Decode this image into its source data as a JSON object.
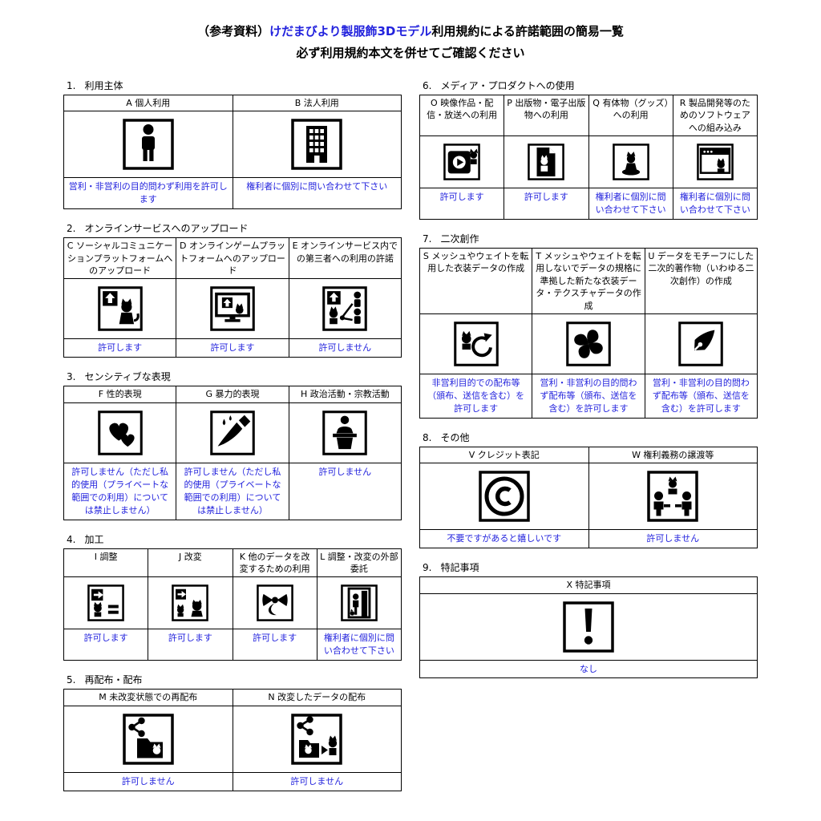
{
  "title": {
    "prefix": "（参考資料）",
    "highlight": "けだまびより製服飾3Dモデル",
    "suffix": "利用規約による許諾範囲の簡易一覧",
    "subtitle": "必ず利用規約本文を併せてご確認ください"
  },
  "colors": {
    "accent": "#2222dd",
    "ink": "#000000"
  },
  "columns": {
    "left": [
      {
        "number": "1.",
        "heading": "利用主体",
        "items": [
          {
            "header": "A 個人利用",
            "icon": "person",
            "permission": "営利・非営利の目的問わず利用を許可します"
          },
          {
            "header": "B 法人利用",
            "icon": "building",
            "permission": "権利者に個別に問い合わせて下さい"
          }
        ]
      },
      {
        "number": "2.",
        "heading": "オンラインサービスへのアップロード",
        "items": [
          {
            "header": "C ソーシャルコミュニケーションプラットフォームへのアップロード",
            "icon": "upload-cat",
            "permission": "許可します"
          },
          {
            "header": "D オンラインゲームプラットフォームへのアップロード",
            "icon": "upload-monitor",
            "permission": "許可します"
          },
          {
            "header": "E オンラインサービス内での第三者への利用の許諾",
            "icon": "upload-share",
            "permission": "許可しません"
          }
        ]
      },
      {
        "number": "3.",
        "heading": "センシティブな表現",
        "items": [
          {
            "header": "F 性的表現",
            "icon": "hearts",
            "permission": "許可しません（ただし私的使用（プライベートな範囲での利用）については禁止しません）"
          },
          {
            "header": "G 暴力的表現",
            "icon": "knife",
            "permission": "許可しません（ただし私的使用（プライベートな範囲での利用）については禁止しません）"
          },
          {
            "header": "H 政治活動・宗教活動",
            "icon": "podium",
            "permission": "許可しません"
          }
        ]
      },
      {
        "number": "4.",
        "heading": "加工",
        "items": [
          {
            "header": "I 調整",
            "icon": "adjust",
            "permission": "許可します"
          },
          {
            "header": "J 改変",
            "icon": "modify",
            "permission": "許可します"
          },
          {
            "header": "K 他のデータを改変するための利用",
            "icon": "ribbon",
            "permission": "許可します"
          },
          {
            "header": "L 調整・改変の外部委託",
            "icon": "outsource-door",
            "permission": "権利者に個別に問い合わせて下さい"
          }
        ]
      },
      {
        "number": "5.",
        "heading": "再配布・配布",
        "items": [
          {
            "header": "M 未改変状態での再配布",
            "icon": "redistribute",
            "permission": "許可しません"
          },
          {
            "header": "N 改変したデータの配布",
            "icon": "distribute-modified",
            "permission": "許可しません"
          }
        ]
      }
    ],
    "right": [
      {
        "number": "6.",
        "heading": "メディア・プロダクトへの使用",
        "items": [
          {
            "header": "O 映像作品・配信・放送への利用",
            "icon": "video",
            "permission": "許可します"
          },
          {
            "header": "P 出版物・電子出版物への利用",
            "icon": "publication",
            "permission": "許可します"
          },
          {
            "header": "Q 有体物（グッズ）への利用",
            "icon": "goods",
            "permission": "権利者に個別に問い合わせて下さい"
          },
          {
            "header": "R 製品開発等のためのソフトウェアへの組み込み",
            "icon": "software",
            "permission": "権利者に個別に問い合わせて下さい"
          }
        ]
      },
      {
        "number": "7.",
        "heading": "二次創作",
        "items": [
          {
            "header": "S メッシュやウェイトを転用した衣装データの作成",
            "icon": "mesh-reuse",
            "permission": "非営利目的での配布等（頒布、送信を含む）を許可します"
          },
          {
            "header": "T メッシュやウェイトを転用しないでデータの規格に準拠した新たな衣装データ・テクスチャデータの作成",
            "icon": "costume-new",
            "permission": "営利・非営利の目的問わず配布等（頒布、送信を含む）を許可します"
          },
          {
            "header": "U データをモチーフにした二次的著作物（いわゆる二次創作）の作成",
            "icon": "pen",
            "permission": "営利・非営利の目的問わず配布等（頒布、送信を含む）を許可します"
          }
        ]
      },
      {
        "number": "8.",
        "heading": "その他",
        "items": [
          {
            "header": "V クレジット表記",
            "icon": "copyright",
            "permission": "不要ですがあると嬉しいです"
          },
          {
            "header": "W 権利義務の譲渡等",
            "icon": "rights-transfer",
            "permission": "許可しません"
          }
        ]
      },
      {
        "number": "9.",
        "heading": "特記事項",
        "items": [
          {
            "header": "X 特記事項",
            "icon": "exclamation",
            "permission": "なし"
          }
        ]
      }
    ]
  }
}
